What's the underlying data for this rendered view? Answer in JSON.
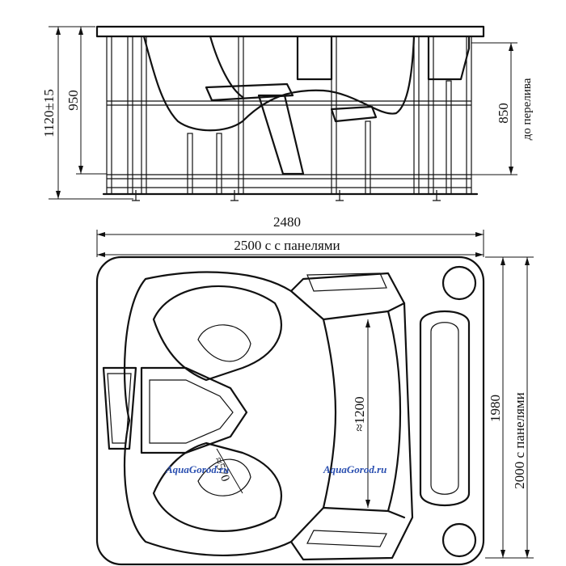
{
  "side_view": {
    "dims": {
      "total_height": "1120±15",
      "tub_height": "950",
      "to_overflow_value": "850",
      "to_overflow_note": "до перелива"
    }
  },
  "top_view": {
    "dims": {
      "length": "2480",
      "length_with_panels": "2500 с с панелями",
      "width": "1980",
      "width_with_panels": "2000 с панелями",
      "inner_length": "≈1200",
      "radius": "≈570"
    },
    "watermarks": [
      "AquaGorod.ru",
      "AquaGorod.ru"
    ],
    "watermark_color": "#2a4fb0"
  }
}
